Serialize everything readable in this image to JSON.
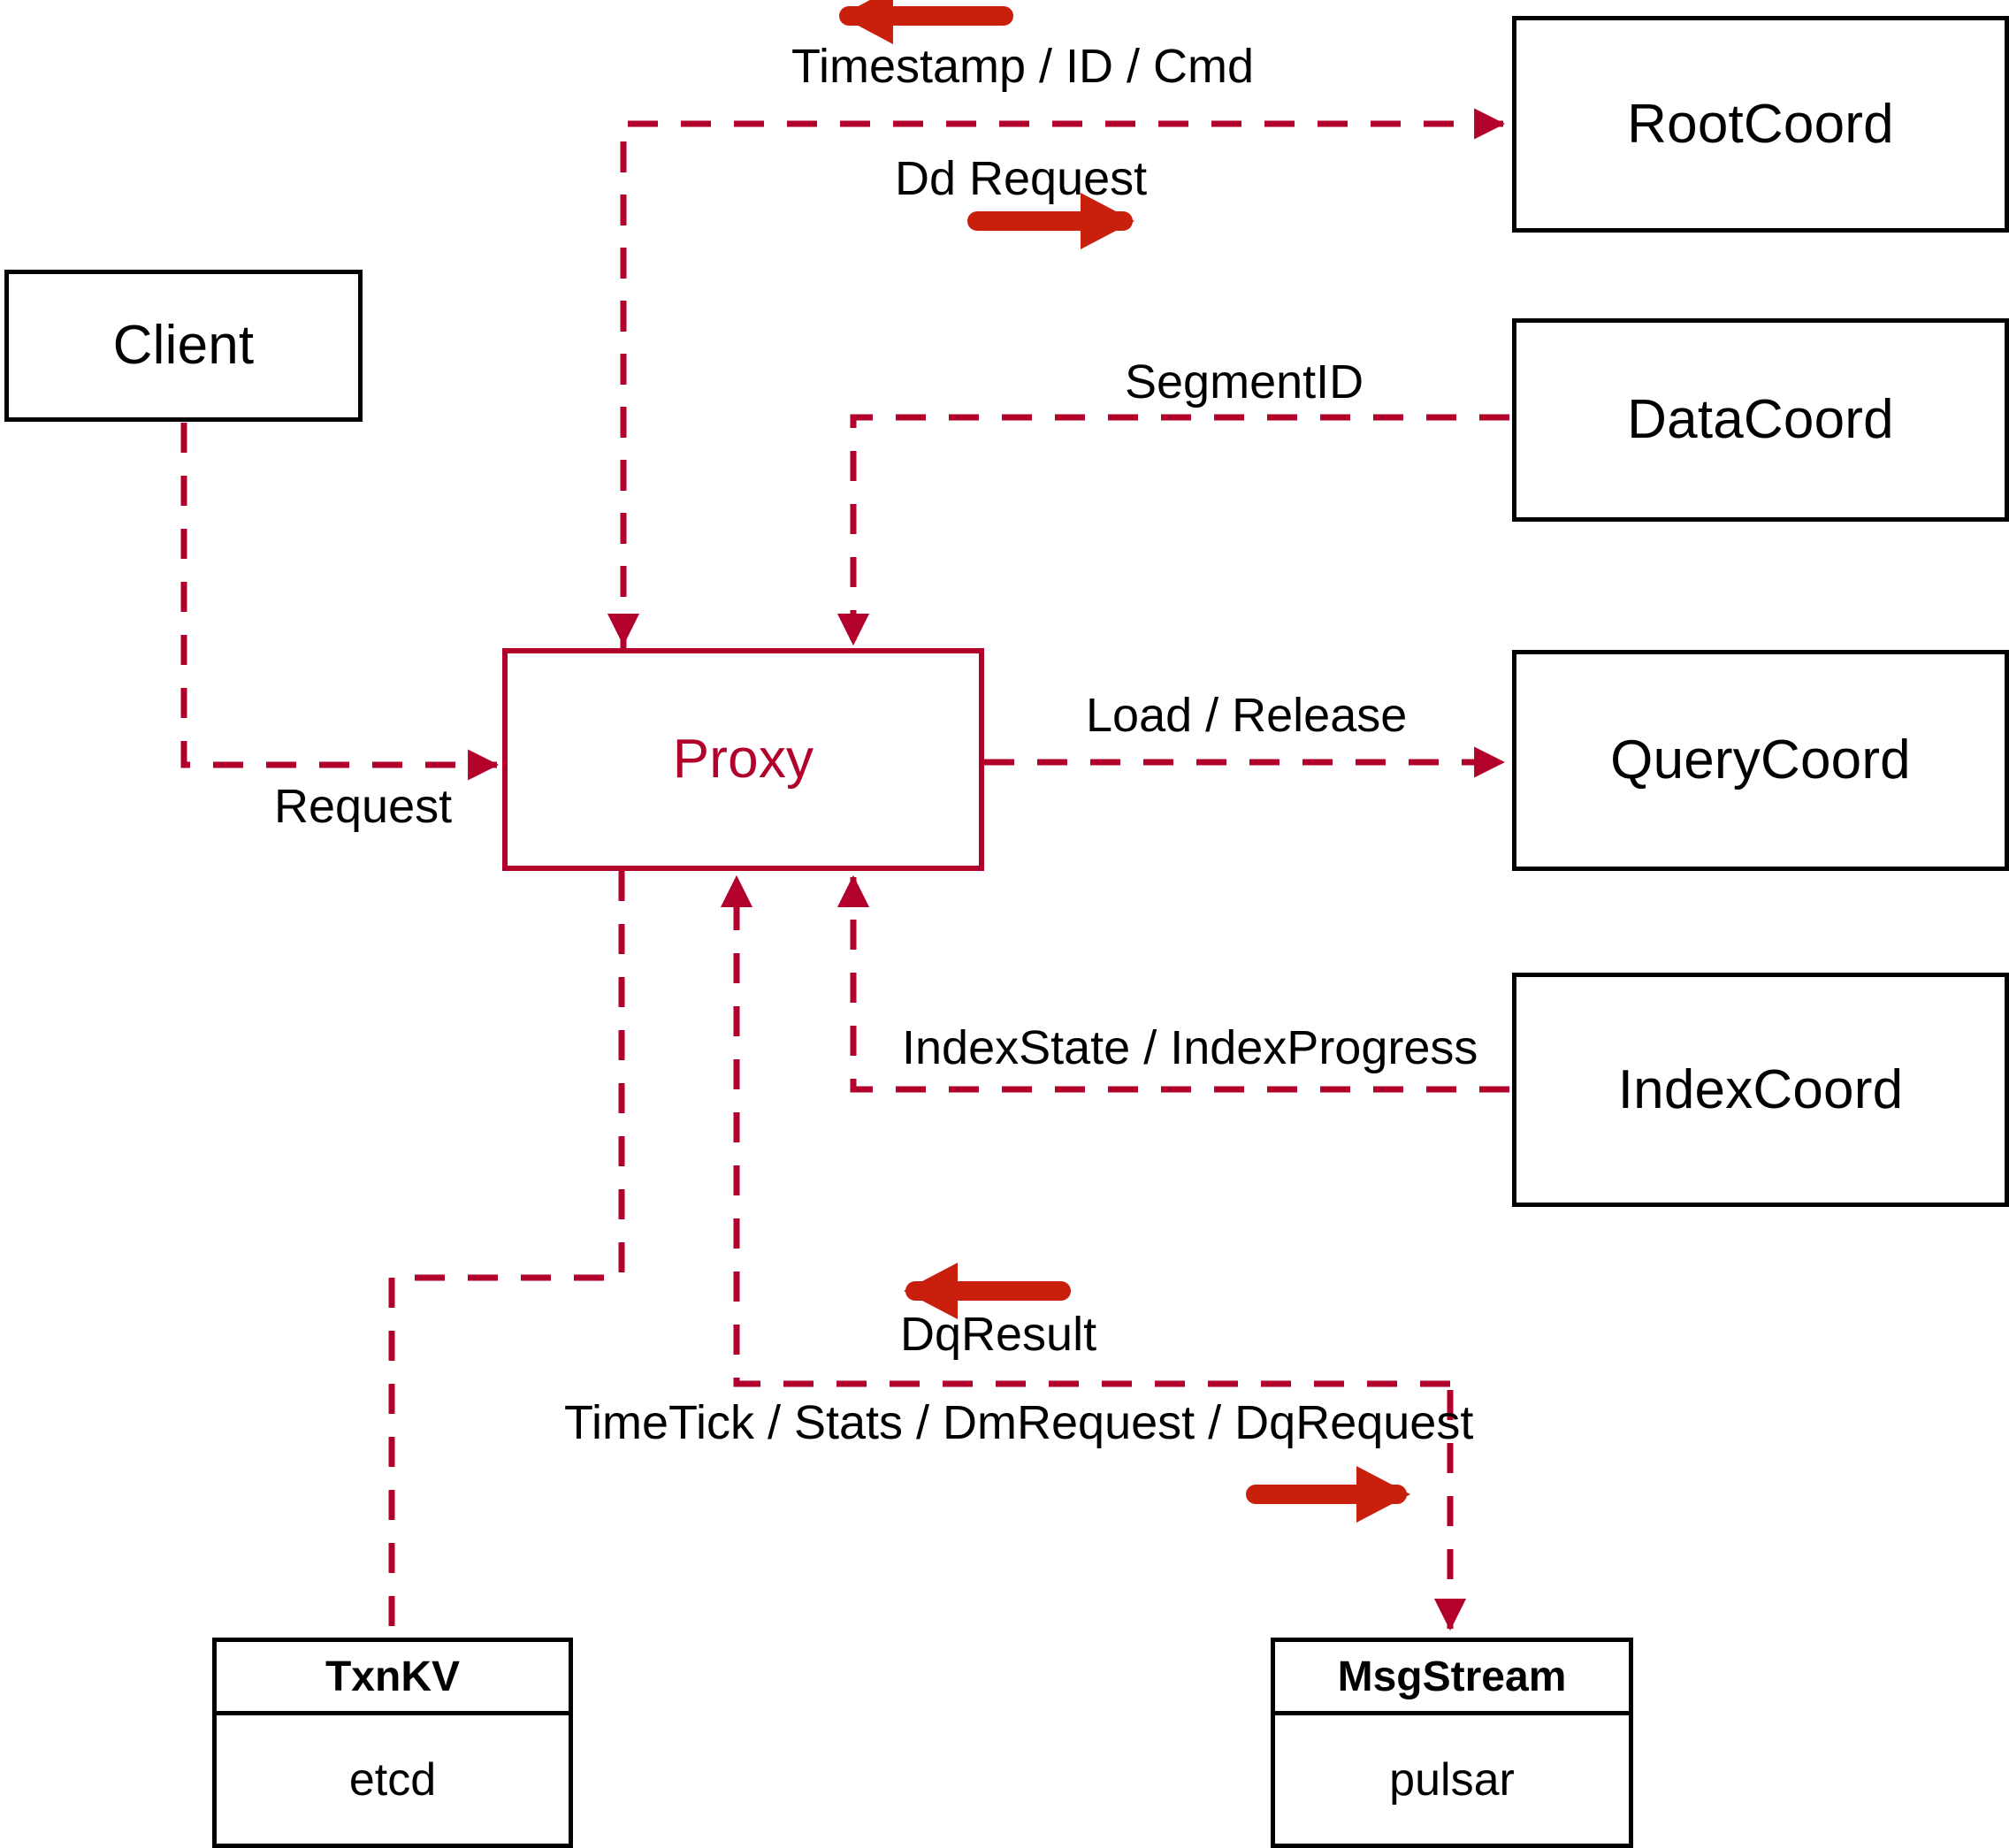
{
  "diagram": {
    "title": "Milvus Proxy Interaction Diagram",
    "colors": {
      "node_border": "#000000",
      "proxy": "#B2022B",
      "dashed_wire": "#B2022B",
      "thick_arrow": "#C8200C",
      "text": "#000000",
      "background": "#FFFFFF"
    }
  },
  "nodes": {
    "client": {
      "label": "Client"
    },
    "proxy": {
      "label": "Proxy"
    },
    "root_coord": {
      "label": "RootCoord"
    },
    "data_coord": {
      "label": "DataCoord"
    },
    "query_coord": {
      "label": "QueryCoord"
    },
    "index_coord": {
      "label": "IndexCoord"
    },
    "txn_kv": {
      "header": "TxnKV",
      "body": "etcd"
    },
    "msg_stream": {
      "header": "MsgStream",
      "body": "pulsar"
    }
  },
  "edge_labels": {
    "timestamp_id_cmd": "Timestamp / ID / Cmd",
    "dd_request": "Dd Request",
    "segment_id": "SegmentID",
    "request": "Request",
    "load_release": "Load / Release",
    "index_state_progress": "IndexState / IndexProgress",
    "dq_result": "DqResult",
    "timetick_stats": "TimeTick / Stats / DmRequest / DqRequest"
  }
}
